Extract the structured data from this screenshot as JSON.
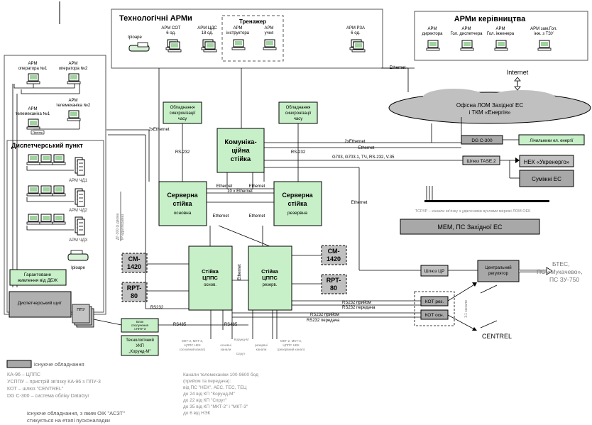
{
  "groups": {
    "tech_arm": "Технологічні АРМи",
    "trenazher": "Тренажер",
    "arm_kerivnytstva": "АРМи керівництва",
    "dispatch": "Диспетчерський пункт"
  },
  "tech_workstations": {
    "iriar": "Іріоаре",
    "arm_sot": [
      "АРМ СОТ",
      "6 од."
    ],
    "arm_cds": [
      "АРМ ЦДС",
      "18 од."
    ],
    "arm_instr": [
      "АРМ",
      "інструктора"
    ],
    "arm_uchnya": [
      "АРМ",
      "учня"
    ],
    "arm_rza": [
      "АРМ РЗА",
      "6 од."
    ]
  },
  "management_workstations": [
    [
      "АРМ",
      "директора"
    ],
    [
      "АРМ",
      "Гол. диспетчера"
    ],
    [
      "АРМ",
      "Гол. інженера"
    ],
    [
      "АРМ зам.Гол.",
      "інж. з ТЗУ"
    ]
  ],
  "left_workstations": {
    "op1": [
      "АРМ",
      "оператора №1"
    ],
    "op2": [
      "АРМ",
      "оператора №2"
    ],
    "tm1": [
      "АРМ",
      "телемеханіка №1"
    ],
    "tm2": [
      "АРМ",
      "телемеханіка №2"
    ],
    "small_print": "Принтер"
  },
  "dispatch_items": {
    "chd1": "АРМ ЧД1",
    "chd2": "АРМ ЧД2",
    "chd3": "АРМ ЧД3",
    "iriar": "Іріоаре",
    "ups": [
      "Гарантоване",
      "живлення від ДБЖ"
    ],
    "shield": "Диспетчерський щит",
    "ppu": "ППУ",
    "vertical_label": [
      "ДГ-300 (з двома",
      "IP-адаптерами)"
    ]
  },
  "network": {
    "internet": "Internet",
    "office_lan": [
      "Офісна ЛОМ Західної ЕС",
      "і ТКМ «Енергія»"
    ],
    "ethernet": "Ethernet",
    "x2_ethernet": "2xEthernet",
    "x10_ethernet": "10 x Ethernet",
    "rs232": "RS-232",
    "rs232_nodash": "RS232",
    "rs485": "RS485",
    "g703": "G703, G703.1, ТЧ, RS-232, V.35",
    "tcpip": "TCP/IP – канали зв'язку з удаленими вузлами мережі ЛОМ ОЕК",
    "rs232_rx": "RS232 прийом",
    "rs232_tx": "RS232 передача",
    "x11_links": "1:1 канали"
  },
  "sync_boxes": [
    [
      "Обладнання",
      "синхронізації",
      "часу"
    ],
    [
      "Обладнання",
      "синхронізації",
      "часу"
    ]
  ],
  "core": {
    "comm_rack": [
      "Комуніка-",
      "ційна",
      "стійка"
    ],
    "server_main": [
      "Серверна",
      "стійка",
      "основна"
    ],
    "server_reserve": [
      "Серверна",
      "стійка",
      "резервна"
    ],
    "cpts_main": [
      "Стійка",
      "ЦППС",
      "основ."
    ],
    "cpts_reserve": [
      "Стійка",
      "ЦППС",
      "резерв."
    ]
  },
  "devices": {
    "cm1420": [
      "СМ-",
      "1420"
    ],
    "rpt80": [
      "RPT-",
      "80"
    ],
    "dg_c300": "DG C-300",
    "lich": "Лічильники ел. енергії",
    "tase": "Шлюз TASE.2",
    "nek": "НЕК «Укренерго»",
    "sumizhni": "Суміжні ЕС",
    "mem": "МЕМ, ПС Західної ЕС",
    "shlyuz_cr": "Шлюз ЦР",
    "central_reg": [
      "Центральний",
      "регулятор"
    ],
    "btes": [
      "БТЕС,",
      "ПС «Мукачево»,",
      "ПС ЗУ-750"
    ],
    "centrel": "CENTREL",
    "kot_rez": "КОТ рез.",
    "kot_osn": "КОТ осн.",
    "block": [
      "Блок",
      "сполучення",
      "з ППУ-3"
    ],
    "ukp": [
      "Технологічний",
      "УКП",
      "„Корунд-М\""
    ]
  },
  "bottom_labels": {
    "mkt1": [
      "МКТ-2, МКТ-3,",
      "ЦППС НЕК",
      "(основний канал)"
    ],
    "korund": [
      "Корунд-М",
      "основні",
      "канали"
    ],
    "sprut": "Спрут",
    "reserve_ch": [
      "резервні",
      "канали"
    ],
    "mkt2": [
      "МКТ-2, МКТ-3,",
      "ЦППС НЕК",
      "(резервний канал)"
    ]
  },
  "legend": {
    "title": "існуюче обладнання",
    "items": [
      "КА-96 – ЦППС",
      "УСППУ – пристрій зв'язку КА-96 з ППУ-3",
      "КОТ – шлюз \"CENTREL\"",
      "DG C-300 – система обліку DataGyr"
    ],
    "channels": [
      "Канали телемеханіки 100-9600 бод",
      "(прийом та передача):",
      "від ПС \"НЕК\", АЕС, ТЕС, ТЕЦ",
      "до 24 від КП \"Корунд-М\"",
      "до 22 від КП \"Спрут\"",
      "до 35 від КП \"МКТ-2\" і \"МКТ-3\"",
      "до 6 від НЭК"
    ],
    "footer": [
      "існуюче обладнання, з яким ОІК \"АСЗТ\"",
      "стикується на етапі пусконаладки"
    ]
  }
}
